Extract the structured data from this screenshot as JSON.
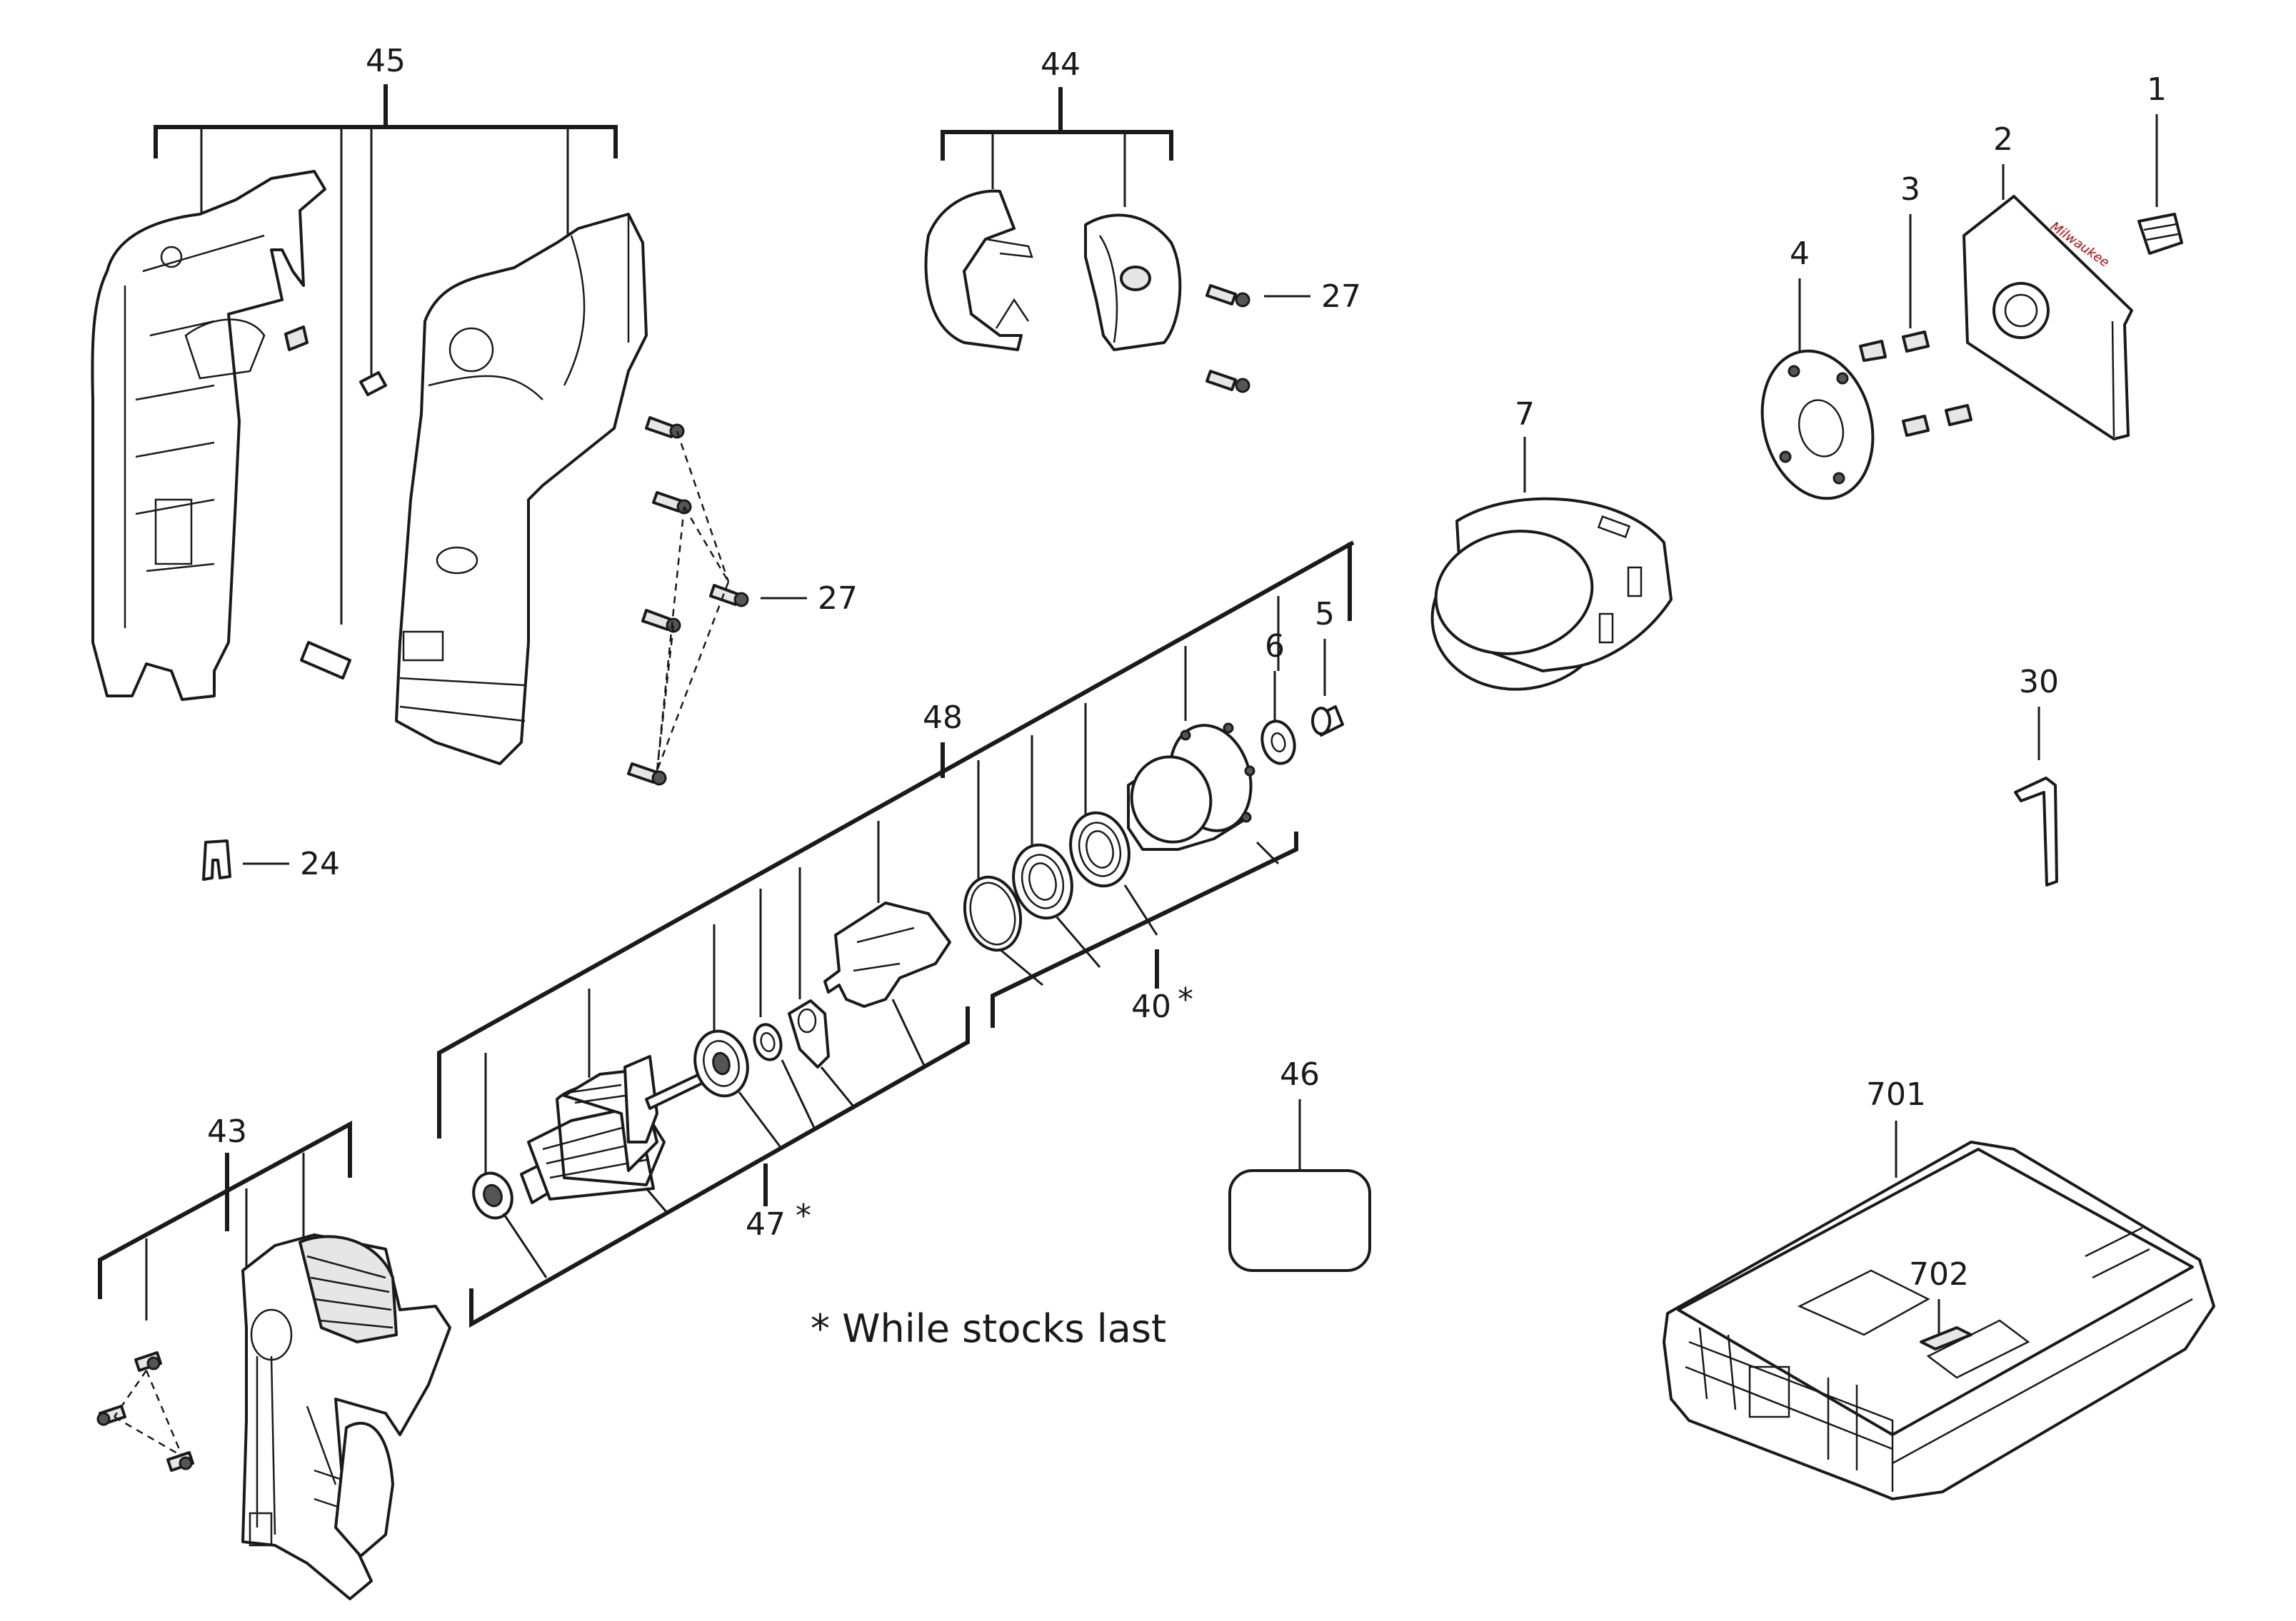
{
  "labels": {
    "p1": "1",
    "p2": "2",
    "p3": "3",
    "p4": "4",
    "p5": "5",
    "p6": "6",
    "p7": "7",
    "p24": "24",
    "p27a": "27",
    "p27b": "27",
    "p30": "30",
    "p40": "40",
    "p43": "43",
    "p44": "44",
    "p45": "45",
    "p46": "46",
    "p47": "47",
    "p48": "48",
    "p701": "701",
    "p702": "702"
  },
  "asterisk": "*",
  "footnote": "* While stocks last",
  "brand_mark": "Milwaukee"
}
